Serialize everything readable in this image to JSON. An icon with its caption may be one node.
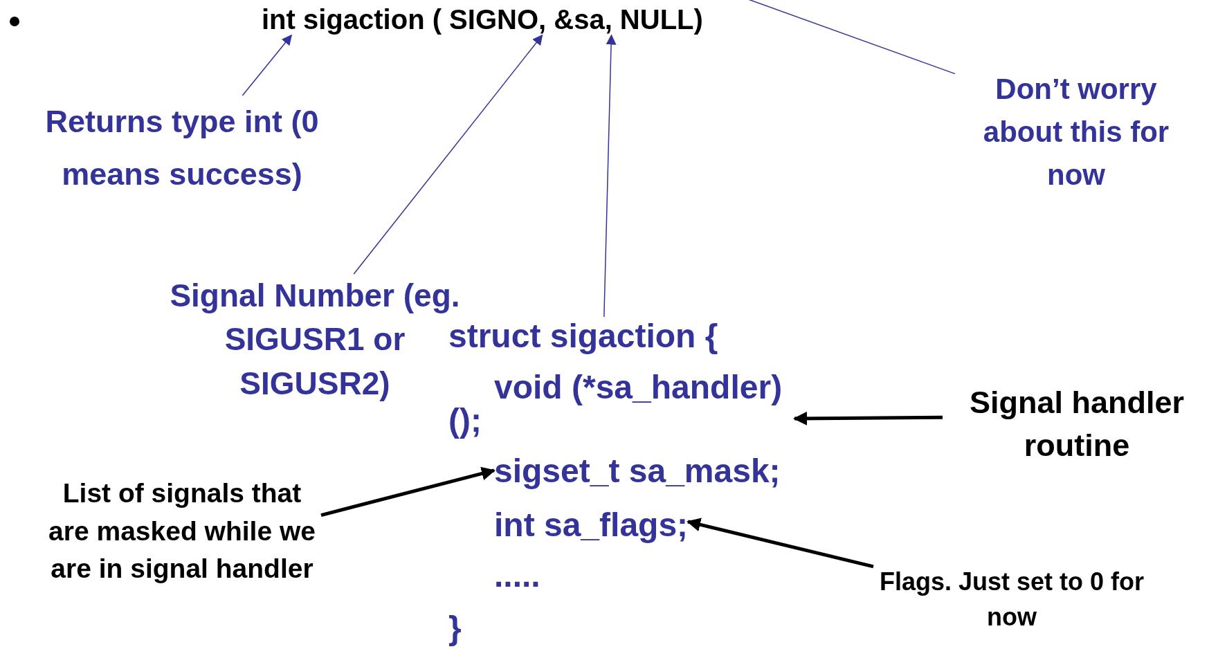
{
  "diagram": {
    "nodes": [
      {
        "text": [
          "int sigaction ( SIGNO, &sa, NULL)"
        ]
      },
      {
        "text": [
          "Returns type int (0 means success)"
        ]
      },
      {
        "text": [
          "Don’t worry about this for now"
        ]
      },
      {
        "text": [
          "Signal Number (eg. SIGUSR1 or SIGUSR2)"
        ]
      },
      {
        "text": [
          "struct sigaction {"
        ]
      },
      {
        "text": [
          "void (*sa_handler) ();"
        ]
      },
      {
        "text": [
          "sigset_t sa_mask;"
        ]
      },
      {
        "text": [
          "int sa_flags;"
        ]
      },
      {
        "text": [
          "Signal handler routine"
        ]
      },
      {
        "text": [
          "List of signals that are masked while we are in signal handler"
        ]
      },
      {
        "text": [
          "Flags. Just set to 0 for now"
        ]
      }
    ],
    "edges": [
      {
        "from": 1,
        "to": 0,
        "arrow": "to"
      },
      {
        "from": 3,
        "to": 0,
        "arrow": "to"
      },
      {
        "from": 4,
        "to": 0,
        "arrow": "to"
      },
      {
        "from": 2,
        "to": 0,
        "arrow": "to"
      },
      {
        "from": 8,
        "to": 5,
        "arrow": "to",
        "style": "thick",
        "color": "#000000"
      },
      {
        "from": 9,
        "to": 6,
        "arrow": "to",
        "style": "thick",
        "color": "#000000"
      },
      {
        "from": 10,
        "to": 7,
        "arrow": "to",
        "style": "thick",
        "color": "#000000"
      }
    ],
    "labels": [
      ".....",
      "}"
    ]
  }
}
